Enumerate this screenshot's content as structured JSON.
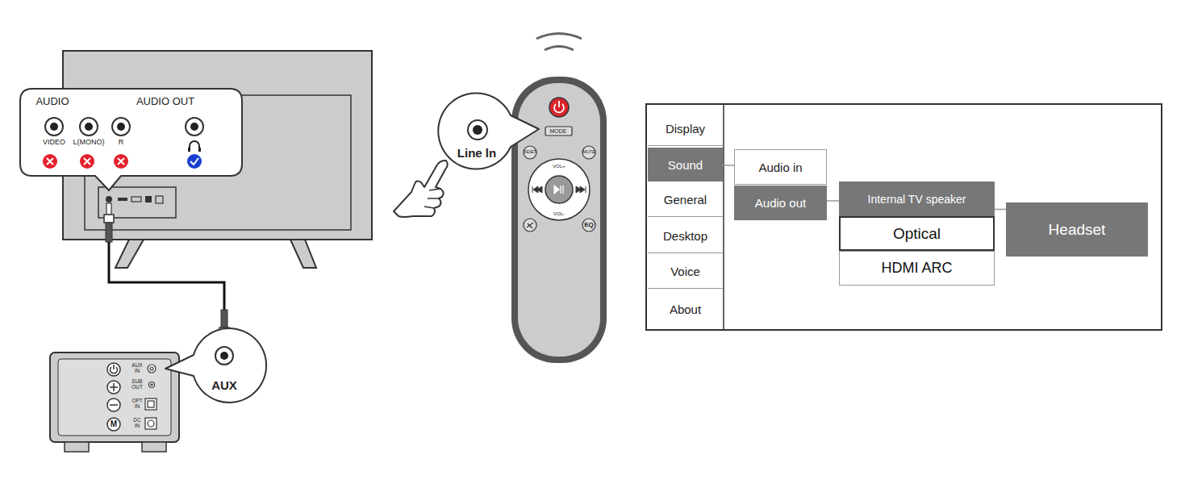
{
  "diagram": {
    "nodes": [
      {
        "text": [
          "AUDIO",
          "AUDIO OUT"
        ]
      },
      {
        "text": [
          "AUX"
        ]
      },
      {
        "text": [
          "Line ln"
        ]
      },
      {
        "text": [
          "Display"
        ]
      },
      {
        "text": [
          "Sound"
        ]
      },
      {
        "text": [
          "General"
        ]
      },
      {
        "text": [
          "Desktop"
        ]
      },
      {
        "text": [
          "Voice"
        ]
      },
      {
        "text": [
          "About"
        ]
      },
      {
        "text": [
          "Audio in"
        ]
      },
      {
        "text": [
          "Audio out"
        ]
      },
      {
        "text": [
          "Internal TV speaker"
        ]
      },
      {
        "text": [
          "Optical"
        ]
      },
      {
        "text": [
          "HDMI ARC"
        ]
      },
      {
        "text": [
          "Headset"
        ]
      }
    ],
    "edges": [
      {
        "from": 4,
        "to": 9,
        "arrow": "none"
      },
      {
        "from": 10,
        "to": 11,
        "arrow": "none"
      },
      {
        "from": 11,
        "to": 14,
        "arrow": "none"
      }
    ],
    "labels": [
      "VIDEO",
      "L(MONO)",
      "R",
      "AUX IN",
      "SUB OUT",
      "OPT IN",
      "DC IN",
      "M",
      "MODE",
      "RESET",
      "MUTE",
      "VOL+",
      "VOL-",
      "EQ"
    ]
  }
}
